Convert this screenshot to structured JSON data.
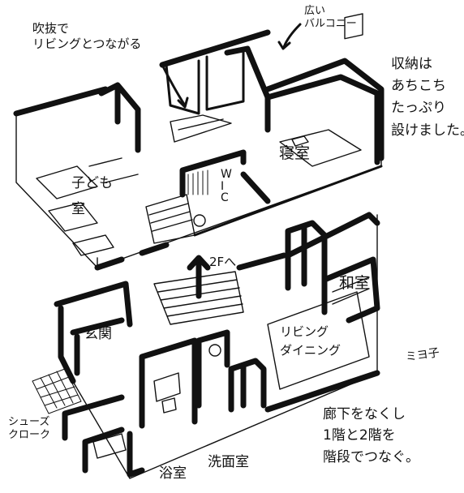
{
  "labels": {
    "atrium": "吹抜で\nリビングとつながる",
    "balcony": "広い\nバルコニー",
    "storage_note": "収納は\nあちこち\nたっぷり\n設けました。",
    "kids_room": "子ども\n室",
    "bedroom": "寝室",
    "wic": "W\nI\nC",
    "to_2f": "2Fへ",
    "japanese_room": "和室",
    "entrance": "玄関",
    "living_dining": "リビング\nダイニング",
    "shoe_cloak": "シューズ\nクローク",
    "bath": "浴室",
    "washroom": "洗面室",
    "closing_note": "廊下をなくし\n1階と2階を\n階段でつなぐ。",
    "signature": "ミヨ子"
  }
}
